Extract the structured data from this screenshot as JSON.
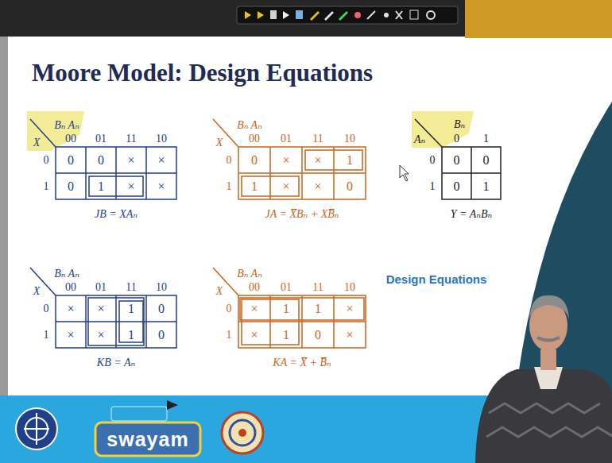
{
  "diagram": {
    "title": "Moore Model: Design Equations",
    "labels": [
      "Bₙ Aₙ",
      "X",
      "00",
      "01",
      "11",
      "10",
      "0",
      "1",
      "0",
      "0",
      "×",
      "×",
      "0",
      "1",
      "×",
      "×",
      "JB = XAₙ",
      "Bₙ Aₙ",
      "X",
      "00",
      "01",
      "11",
      "10",
      "0",
      "1",
      "0",
      "×",
      "×",
      "1",
      "1",
      "×",
      "×",
      "0",
      "JA = X̅Bₙ + XB̅ₙ",
      "Bₙ",
      "Aₙ",
      "0",
      "1",
      "0",
      "1",
      "0",
      "0",
      "0",
      "1",
      "Y = AₙBₙ",
      "Bₙ Aₙ",
      "X",
      "00",
      "01",
      "11",
      "10",
      "0",
      "1",
      "×",
      "×",
      "1",
      "0",
      "×",
      "×",
      "1",
      "0",
      "KB = Aₙ",
      "Bₙ Aₙ",
      "X",
      "00",
      "01",
      "11",
      "10",
      "0",
      "1",
      "×",
      "1",
      "1",
      "×",
      "×",
      "1",
      "0",
      "×",
      "KA = X̅ + B̅ₙ",
      "Design Equations",
      "swayam"
    ]
  }
}
